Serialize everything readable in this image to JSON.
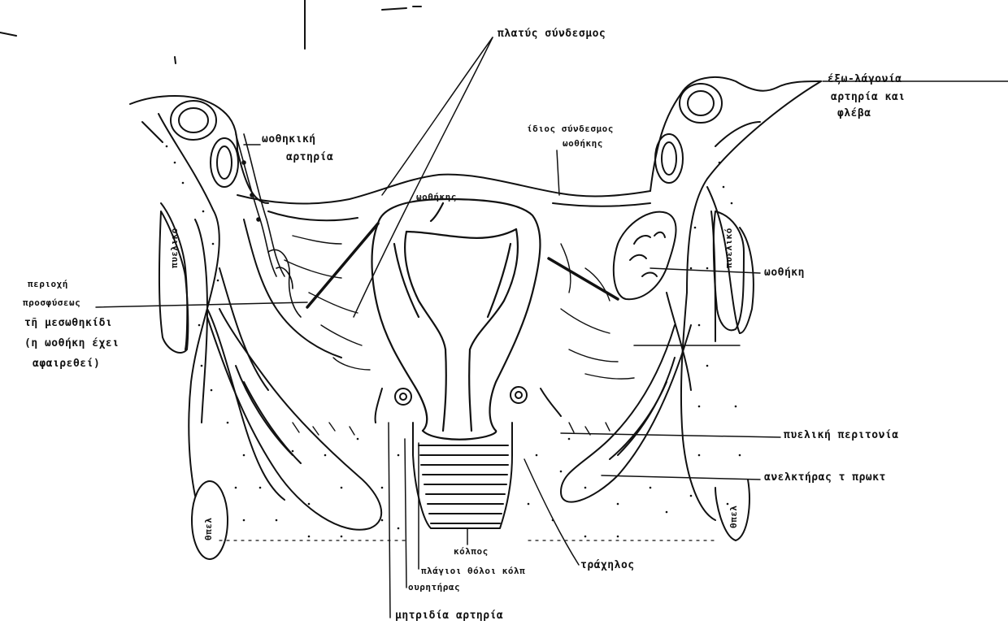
{
  "diagram": {
    "labels": {
      "broad_ligament": "πλατύς σύνδεσμος",
      "outer_ovarian": "έξω-λάγονία",
      "outer_ovarian_2": "αρτηρία και",
      "outer_ovarian_3": "φλέβα",
      "ovarian_artery_1": "ωοθηκική",
      "ovarian_artery_2": "αρτηρία",
      "proper_ovarian_ligament_1": "ίδιος σύνδεσμος",
      "proper_ovarian_ligament_2": "ωοθήκης",
      "ovarian_top": "ωοθήκης",
      "ovary": "ωοθήκη",
      "mesovarium_1": "περιοχή",
      "mesovarium_2": "προσφύσεως",
      "mesovarium_3": "τῆ μεσωθηκίδι",
      "mesovarium_4": "(η ωοθήκη έχει",
      "mesovarium_5": "αφαιρεθεί)",
      "pelvic_fascia": "πυελική περιτονία",
      "levator_ani": "ανελκτήρας τ πρωκτ",
      "vagina": "κόλπος",
      "lateral_fornix": "πλάγιοι θόλοι κόλπ",
      "ureter": "ουρητήρας",
      "cervix": "τράχηλος",
      "uterine_artery": "μητριδία αρτηρία",
      "left_side_text": "πυελικό",
      "right_side_text": "πυελικό",
      "bottom_left_oval": "θπελ",
      "bottom_right_oval": "θπελ"
    }
  }
}
